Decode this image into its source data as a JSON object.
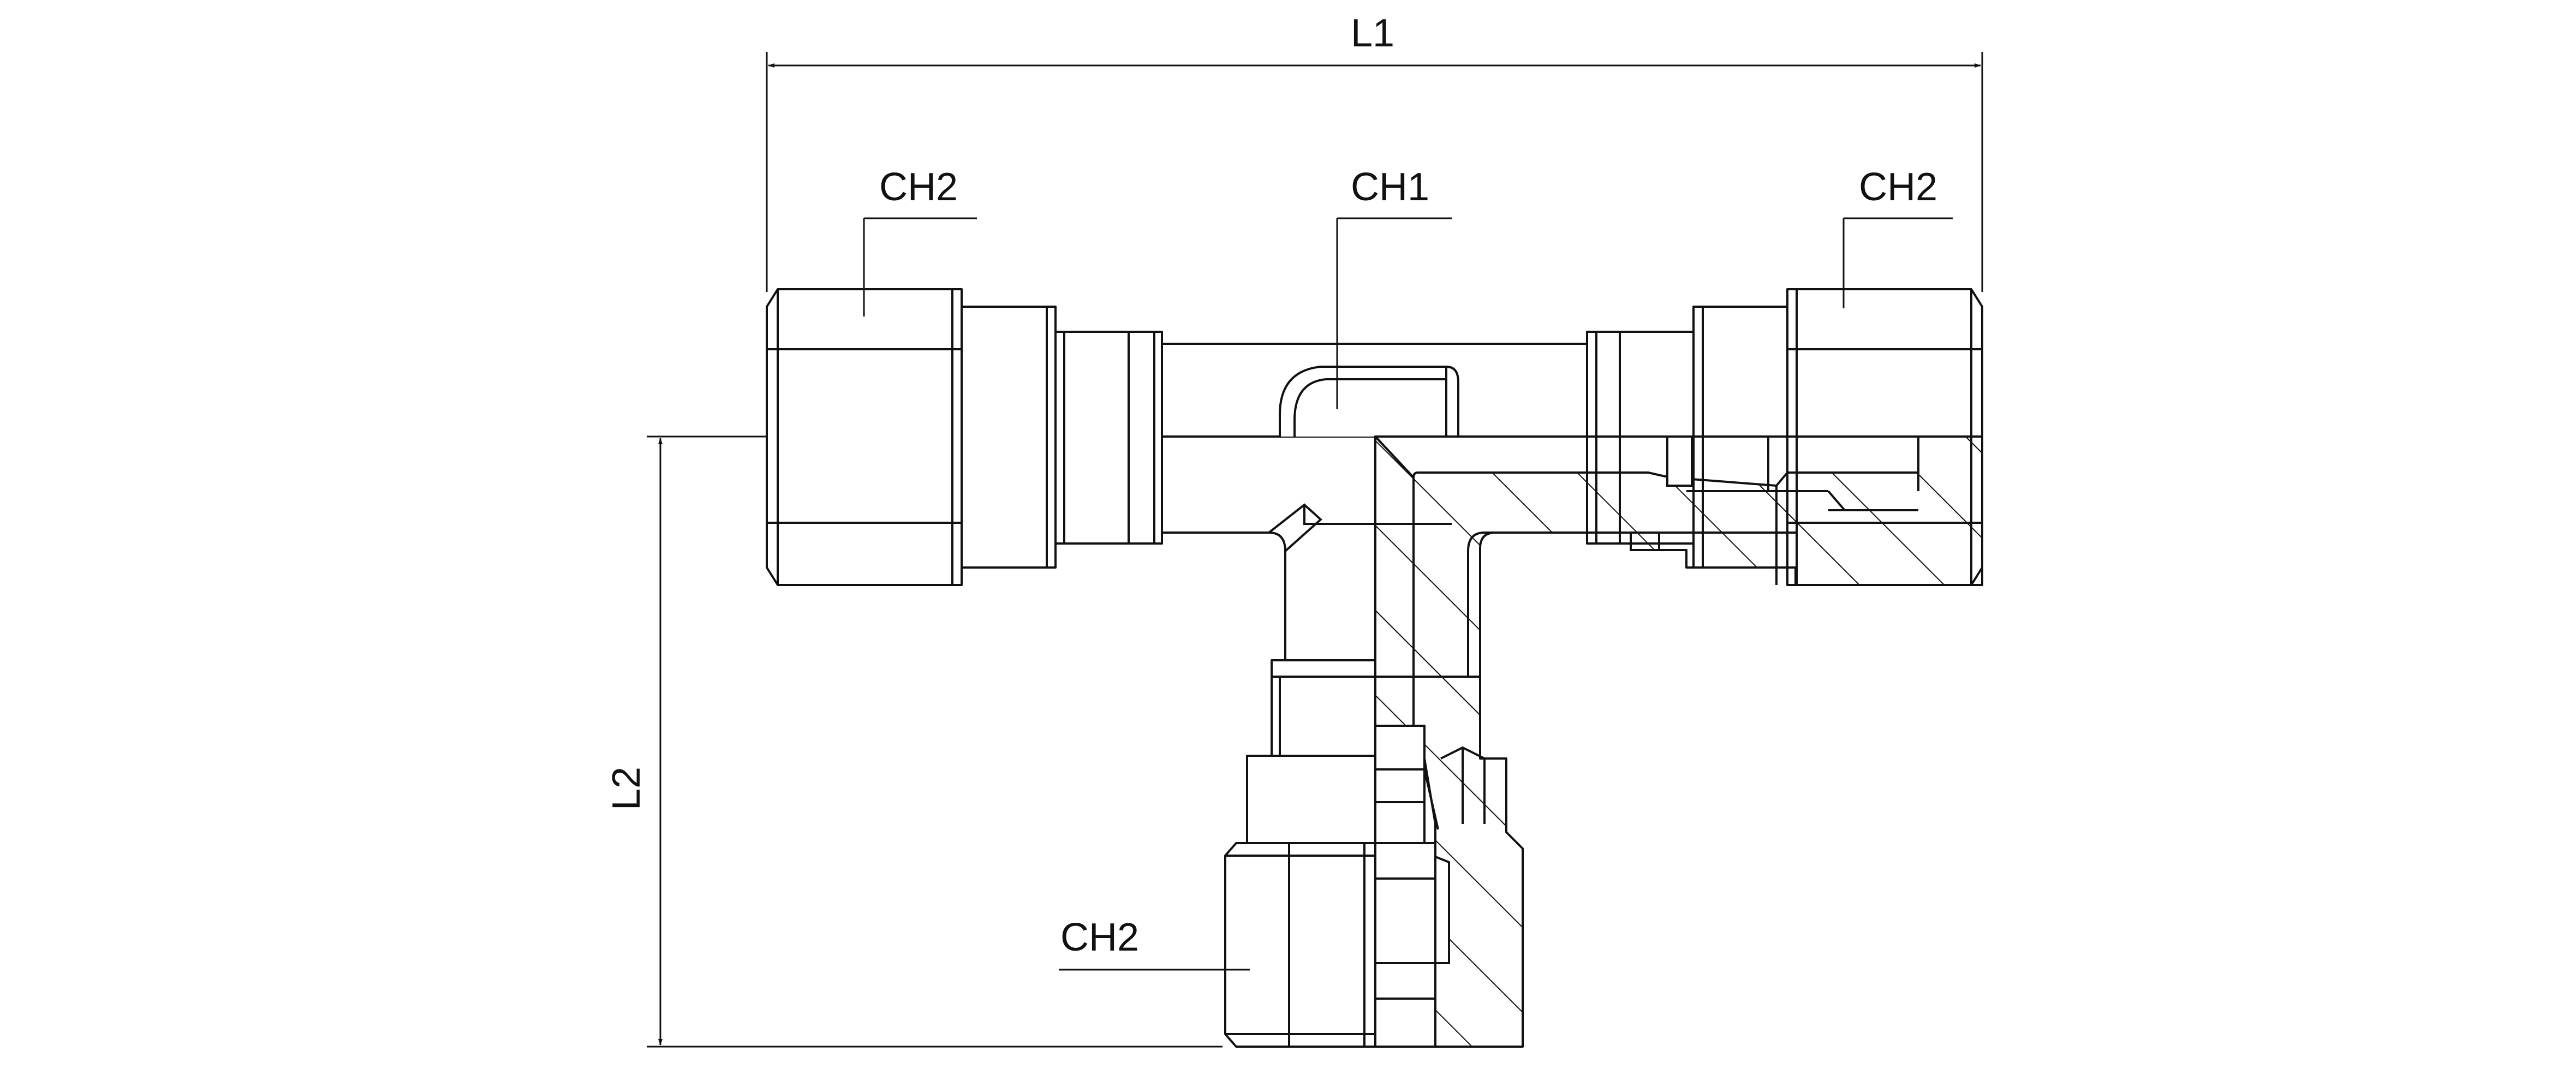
{
  "labels": {
    "l1": "L1",
    "l2": "L2",
    "ch1": "CH1",
    "ch2_left": "CH2",
    "ch2_right": "CH2",
    "ch2_bottom": "CH2"
  },
  "colors": {
    "line": "#111111",
    "background": "#ffffff"
  }
}
